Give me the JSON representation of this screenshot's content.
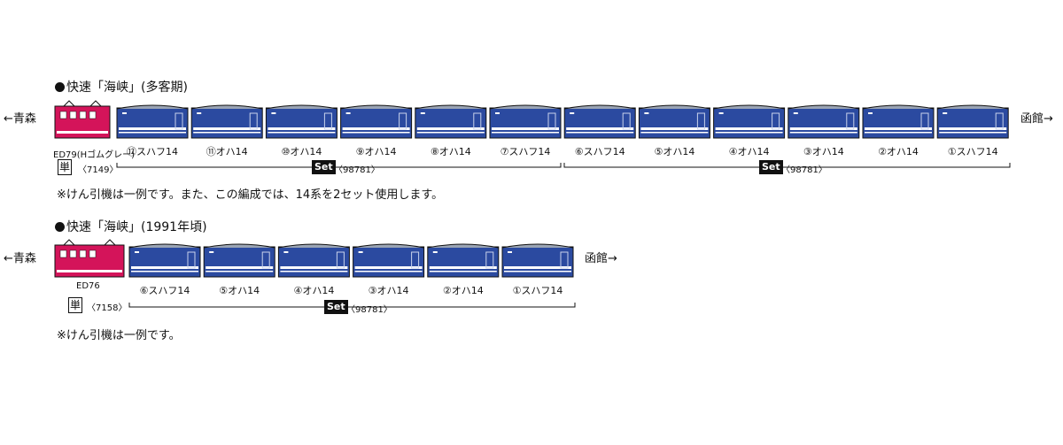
{
  "colors": {
    "coach": "#2b4aa0",
    "coach_stripe": "#ffffff",
    "loco": "#d4145a",
    "line": "#111111"
  },
  "formations": [
    {
      "title": "快速「海峡」(多客期)",
      "dir_left": "←青森",
      "dir_right": "函館→",
      "loco_name": "ED79(Hゴムグレー)",
      "loco_tag": "単",
      "loco_number": "〈7149〉",
      "cars": [
        "⑫スハフ14",
        "⑪オハ14",
        "⑩オハ14",
        "⑨オハ14",
        "⑧オハ14",
        "⑦スハフ14",
        "⑥スハフ14",
        "⑤オハ14",
        "④オハ14",
        "③オハ14",
        "②オハ14",
        "①スハフ14"
      ],
      "sets": [
        {
          "badge": "Set",
          "number": "〈98781〉"
        },
        {
          "badge": "Set",
          "number": "〈98781〉"
        }
      ],
      "note": "※けん引機は一例です。また、この編成では、14系を2セット使用します。"
    },
    {
      "title": "快速「海峡」(1991年頃)",
      "dir_left": "←青森",
      "dir_right": "函館→",
      "loco_name": "ED76",
      "loco_tag": "単",
      "loco_number": "〈7158〉",
      "cars": [
        "⑥スハフ14",
        "⑤オハ14",
        "④オハ14",
        "③オハ14",
        "②オハ14",
        "①スハフ14"
      ],
      "sets": [
        {
          "badge": "Set",
          "number": "〈98781〉"
        }
      ],
      "note": "※けん引機は一例です。"
    }
  ]
}
